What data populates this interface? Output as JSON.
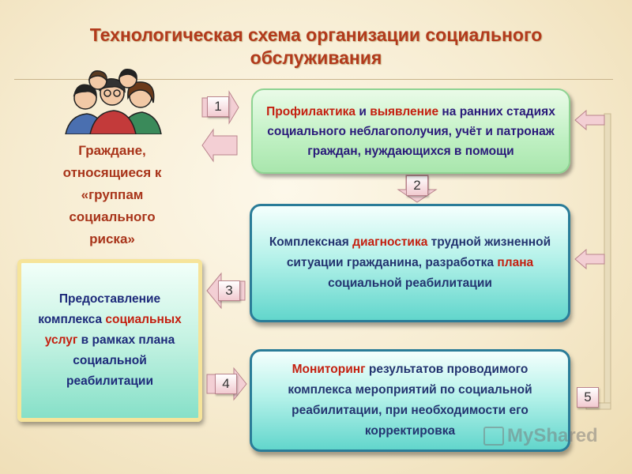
{
  "title": {
    "line1": "Технологическая схема организации социального",
    "line2": "обслуживания"
  },
  "citizens": {
    "line1": "Граждане,",
    "line2": "относящиеся к",
    "line3": "«группам",
    "line4": "социального",
    "line5": "риска»"
  },
  "box1": {
    "p1": "Профилактика",
    "p2": " и ",
    "p3": "выявление",
    "p4": " на ранних стадиях социального неблагополучия, учёт и патронаж граждан, нуждающихся в помощи"
  },
  "box2": {
    "p1": "Комплексная ",
    "p2": "диагностика",
    "p3": " трудной жизненной ситуации гражданина, разработка ",
    "p4": "плана",
    "p5": " социальной реабилитации"
  },
  "box3": {
    "p1": "Мониторинг",
    "p2": " результатов проводимого комплекса мероприятий по социальной реабилитации, при необходимости его корректировка"
  },
  "box4": {
    "p1": "Предоставление комплекса ",
    "p2": "социальных услуг",
    "p3": " в рамках плана социальной реабилитации"
  },
  "steps": [
    "1",
    "2",
    "3",
    "4",
    "5"
  ],
  "watermark": "MyShared",
  "colors": {
    "title": "#b23a1c",
    "highlight_red": "#c42010",
    "highlight_green": "#1f7a1f",
    "text_blue": "#233470",
    "arrow_fill": "#f3cfd4",
    "feedback_line": "#dccfae"
  }
}
